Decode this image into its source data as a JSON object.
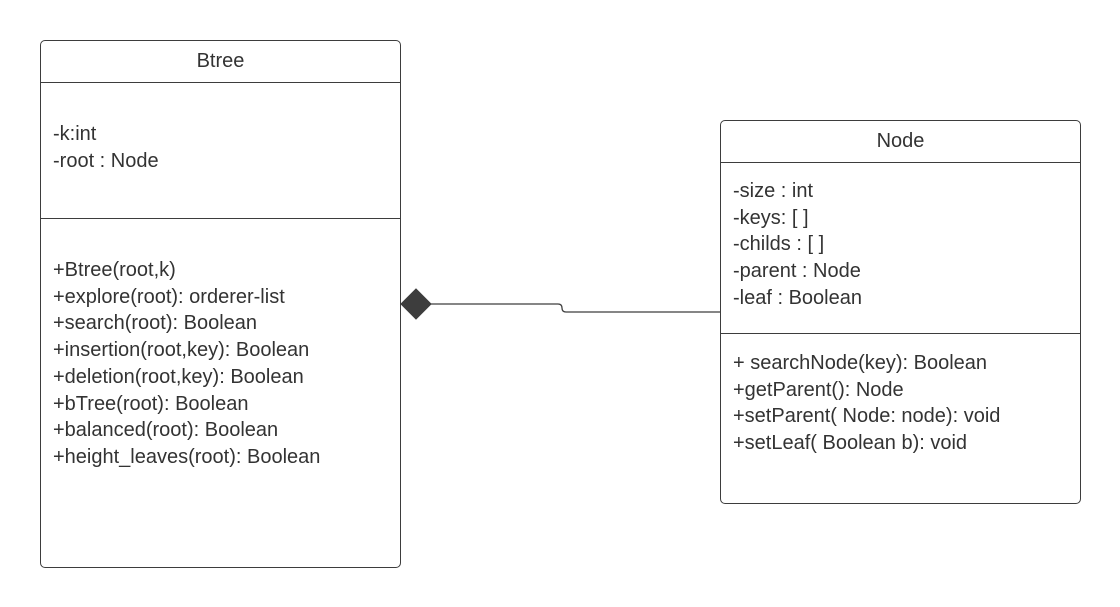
{
  "diagram": {
    "type": "uml-class-diagram",
    "colors": {
      "border": "#3d3d3d",
      "text": "#333333",
      "diamond": "#3d3d3d"
    },
    "classes": [
      {
        "name": "Btree",
        "attributes": [
          "-k:int",
          "-root : Node"
        ],
        "methods": [
          "+Btree(root,k)",
          "+explore(root): orderer-list",
          "+search(root): Boolean",
          "+insertion(root,key): Boolean",
          "+deletion(root,key): Boolean",
          "+bTree(root): Boolean",
          "+balanced(root): Boolean",
          "+height_leaves(root): Boolean"
        ]
      },
      {
        "name": "Node",
        "attributes": [
          "-size : int",
          "-keys: [ ]",
          "-childs : [ ]",
          "-parent : Node",
          "-leaf : Boolean"
        ],
        "methods": [
          "+ searchNode(key): Boolean",
          "+getParent(): Node",
          "+setParent( Node: node): void",
          "+setLeaf( Boolean b): void"
        ]
      }
    ],
    "relationships": [
      {
        "type": "composition",
        "whole": "Btree",
        "part": "Node"
      }
    ]
  }
}
